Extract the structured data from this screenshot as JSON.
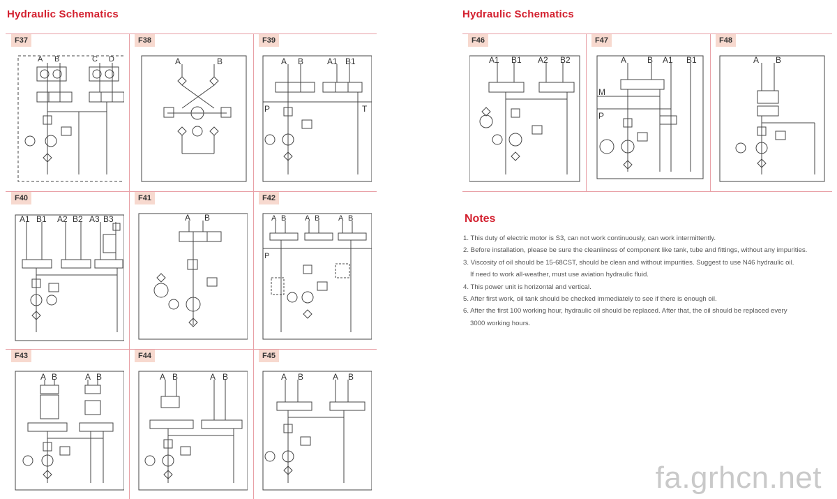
{
  "left_title": "Hydraulic Schematics",
  "right_title": "Hydraulic Schematics",
  "schematics": {
    "F37": {
      "tag": "F37",
      "labels": [
        "A",
        "B",
        "C",
        "D"
      ]
    },
    "F38": {
      "tag": "F38",
      "labels": [
        "A",
        "B"
      ]
    },
    "F39": {
      "tag": "F39",
      "labels": [
        "A",
        "B",
        "A1",
        "B1",
        "P",
        "T"
      ]
    },
    "F40": {
      "tag": "F40",
      "labels": [
        "A1",
        "B1",
        "A2",
        "B2",
        "A3",
        "B3"
      ]
    },
    "F41": {
      "tag": "F41",
      "labels": [
        "A",
        "B"
      ]
    },
    "F42": {
      "tag": "F42",
      "labels": [
        "A",
        "B",
        "A",
        "B",
        "A",
        "B",
        "P"
      ]
    },
    "F43": {
      "tag": "F43",
      "labels": [
        "A",
        "B",
        "A",
        "B"
      ]
    },
    "F44": {
      "tag": "F44",
      "labels": [
        "A",
        "B",
        "A",
        "B"
      ]
    },
    "F45": {
      "tag": "F45",
      "labels": [
        "A",
        "B",
        "A",
        "B"
      ]
    },
    "F46": {
      "tag": "F46",
      "labels": [
        "A1",
        "B1",
        "A2",
        "B2"
      ]
    },
    "F47": {
      "tag": "F47",
      "labels": [
        "A",
        "B",
        "A1",
        "B1",
        "M",
        "P"
      ]
    },
    "F48": {
      "tag": "F48",
      "labels": [
        "A",
        "B"
      ]
    }
  },
  "notes": {
    "title": "Notes",
    "items": [
      "1. This duty of electric motor is S3, can not work continuously, can work intermittently.",
      "2. Before installation, please be sure the cleanliness of component like tank, tube and fittings, without any impurities.",
      "3. Viscosity of oil should be 15-68CST, should be clean and without impurities. Suggest to use N46 hydraulic oil.",
      "If  need to work all-weather, must use aviation hydraulic fluid.",
      "4. This power unit is horizontal and vertical.",
      "5. After first work, oil tank should be checked immediately to see if there is enough oil.",
      "6. After the first 100 working hour, hydraulic oil should be replaced. After that, the oil should be replaced every",
      "3000 working hours."
    ]
  },
  "watermark": "fa.grhcn.net",
  "colors": {
    "accent": "#d3202f",
    "rule": "#e8a0a6",
    "tag_bg": "#f7d9cf",
    "line": "#444444"
  }
}
